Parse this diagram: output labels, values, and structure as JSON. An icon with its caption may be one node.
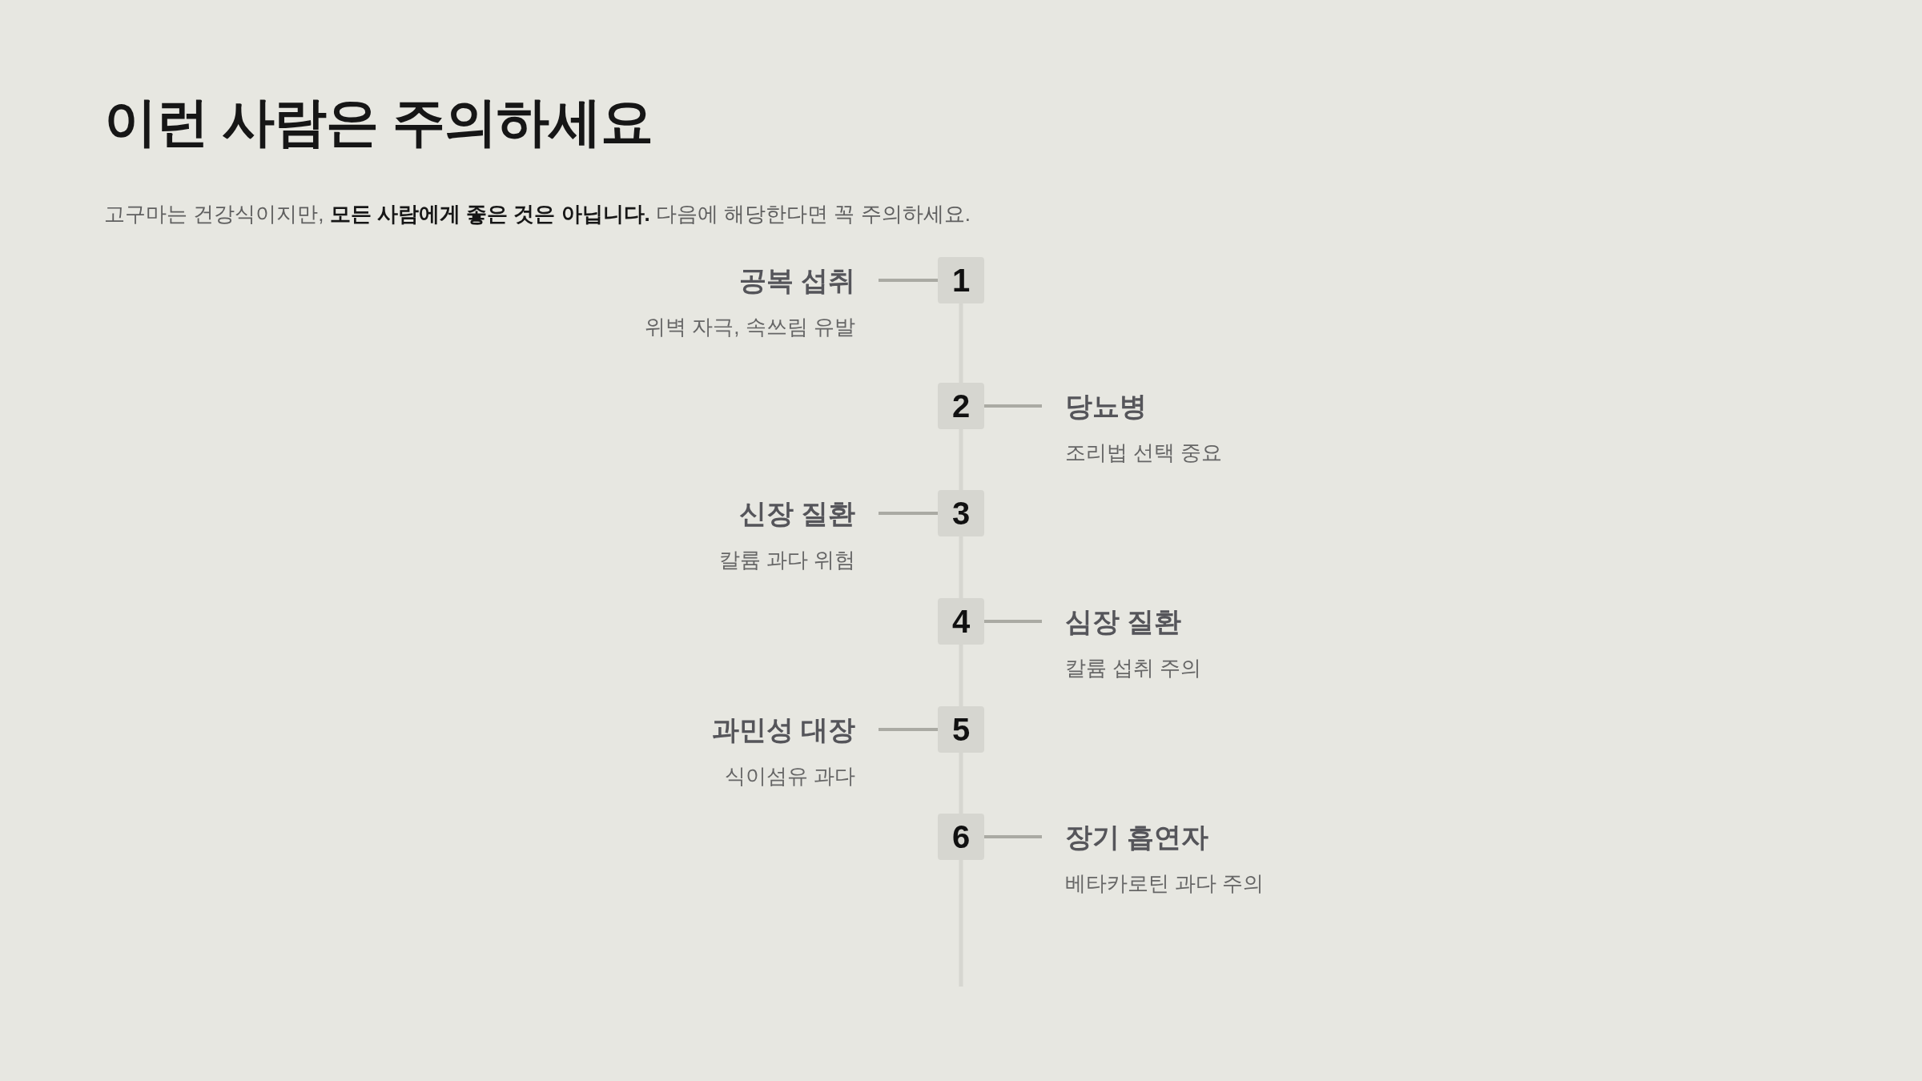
{
  "diagram": {
    "title": "이런 사람은 주의하세요",
    "nodes": [
      {
        "text": [
          "공복 섭취",
          "위벽 자극, 속쓰림 유발"
        ]
      },
      {
        "text": [
          "1"
        ]
      },
      {
        "text": [
          "2"
        ]
      },
      {
        "text": [
          "당뇨병",
          "조리법 선택 중요"
        ]
      },
      {
        "text": [
          "신장 질환",
          "칼륨 과다 위험"
        ]
      },
      {
        "text": [
          "3"
        ]
      },
      {
        "text": [
          "4"
        ]
      },
      {
        "text": [
          "심장 질환",
          "칼륨 섭취 주의"
        ]
      },
      {
        "text": [
          "과민성 대장",
          "식이섬유 과다"
        ]
      },
      {
        "text": [
          "5"
        ]
      },
      {
        "text": [
          "6"
        ]
      },
      {
        "text": [
          "장기 흡연자",
          "베타카로틴 과다 주의"
        ]
      }
    ],
    "edges": [
      {
        "from": 1,
        "to": 0,
        "arrow": "none"
      },
      {
        "from": 2,
        "to": 3,
        "arrow": "none"
      },
      {
        "from": 5,
        "to": 4,
        "arrow": "none"
      },
      {
        "from": 6,
        "to": 7,
        "arrow": "none"
      },
      {
        "from": 9,
        "to": 8,
        "arrow": "none"
      },
      {
        "from": 10,
        "to": 11,
        "arrow": "none"
      },
      {
        "from": 1,
        "to": 2,
        "arrow": "none",
        "color": "#d6d6d0"
      },
      {
        "from": 2,
        "to": 5,
        "arrow": "none",
        "color": "#d6d6d0"
      },
      {
        "from": 5,
        "to": 6,
        "arrow": "none",
        "color": "#d6d6d0"
      },
      {
        "from": 6,
        "to": 9,
        "arrow": "none",
        "color": "#d6d6d0"
      },
      {
        "from": 9,
        "to": 10,
        "arrow": "none",
        "color": "#d6d6d0"
      }
    ],
    "labels": [
      "고구마는 건강식이지만, **모든 사람에게 좋은 것은 아닙니다.** 다음에 해당한다면 꼭 주의하세요."
    ]
  }
}
